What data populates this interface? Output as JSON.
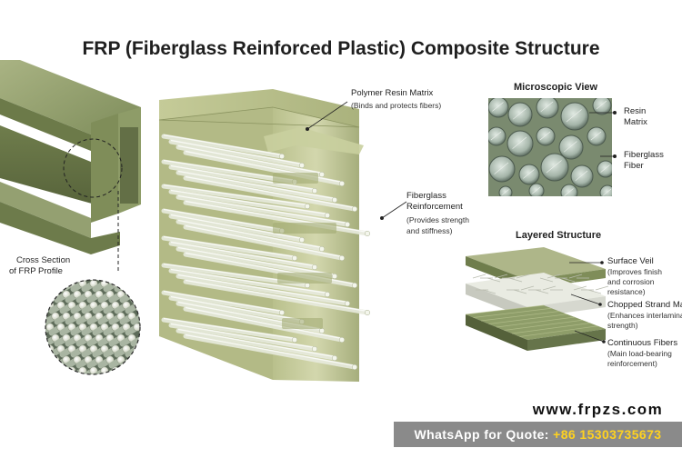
{
  "title": "FRP (Fiberglass Reinforced Plastic) Composite Structure",
  "labels": {
    "cross_section": [
      "Cross Section",
      "of FRP Profile"
    ],
    "polymer": {
      "name": "Polymer Resin Matrix",
      "desc": "(Binds and protects fibers)"
    },
    "fiberglass": {
      "name": [
        "Fiberglass",
        "Reinforcement"
      ],
      "desc": [
        "(Provides strength",
        "and stiffness)"
      ]
    }
  },
  "microscopic": {
    "header": "Microscopic View",
    "resin": [
      "Resin",
      "Matrix"
    ],
    "fiber": [
      "Fiberglass",
      "Fiber"
    ]
  },
  "layered": {
    "header": "Layered Structure",
    "layers": [
      {
        "name": "Surface Veil",
        "desc": [
          "(Improves finish",
          "and corrosion",
          "resistance)"
        ]
      },
      {
        "name": "Chopped Strand Mat",
        "desc": [
          "(Enhances interlaminar",
          "strength)"
        ]
      },
      {
        "name": "Continuous Fibers",
        "desc": [
          "(Main load-bearing",
          "reinforcement)"
        ]
      }
    ]
  },
  "footer": {
    "website": "www.frpzs.com",
    "whatsapp_label": "WhatsApp for Quote:",
    "phone": "+86 15303735673"
  },
  "colors": {
    "frp_green": "#8a9a6a",
    "frp_dark": "#5f6d45",
    "resin_light": "#c8cf9f",
    "footer_gray": "#8a8a8a",
    "phone_yellow": "#ffd21f"
  }
}
